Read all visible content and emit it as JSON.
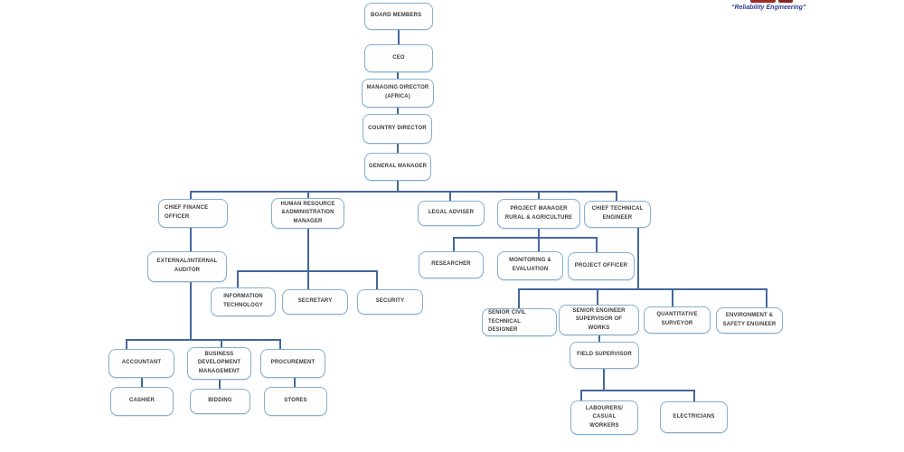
{
  "header": {
    "tagline": "“Reliability Engineering”",
    "tagline_color": "#2C3E93",
    "logo_fragment_colors": [
      "#9E2B25",
      "#8A2620"
    ]
  },
  "org_chart": {
    "styles": {
      "box_border": "#85AECF",
      "box_fill": "#FEFEFF",
      "text_color": "#3D3D3D",
      "line_color": "#44679B"
    },
    "nodes": [
      {
        "id": "board",
        "label": "BOARD MEMBERS",
        "reports_to": null
      },
      {
        "id": "ceo",
        "label": "CEO",
        "reports_to": "board"
      },
      {
        "id": "md",
        "label": "MANAGING DIRECTOR\n(AFRICA)",
        "reports_to": "ceo"
      },
      {
        "id": "cd",
        "label": "COUNTRY DIRECTOR",
        "reports_to": "md"
      },
      {
        "id": "gm",
        "label": "GENERAL MANAGER",
        "reports_to": "cd"
      },
      {
        "id": "cfo",
        "label": "CHIEF FINANCE\nOFFICER",
        "reports_to": "gm"
      },
      {
        "id": "hr",
        "label": "HUMAN RESOURCE\n&ADMINISTRATION\nMANAGER",
        "reports_to": "gm"
      },
      {
        "id": "legal",
        "label": "LEGAL ADVISER",
        "reports_to": "gm"
      },
      {
        "id": "pm",
        "label": "PROJECT MANAGER\nRURAL & AGRICULTURE",
        "reports_to": "gm"
      },
      {
        "id": "cte",
        "label": "CHIEF TECHNICAL\nENGINEER",
        "reports_to": "gm"
      },
      {
        "id": "auditor",
        "label": "EXTERNAL/INTERNAL\nAUDITOR",
        "reports_to": "cfo"
      },
      {
        "id": "it",
        "label": "INFORMATION\nTECHNOLOGY",
        "reports_to": "hr"
      },
      {
        "id": "secretary",
        "label": "SECRETARY",
        "reports_to": "hr"
      },
      {
        "id": "security",
        "label": "SECURITY",
        "reports_to": "hr"
      },
      {
        "id": "researcher",
        "label": "RESEARCHER",
        "reports_to": "pm"
      },
      {
        "id": "me",
        "label": "MONITORING &\nEVALUATION",
        "reports_to": "pm"
      },
      {
        "id": "po",
        "label": "PROJECT OFFICER",
        "reports_to": "pm"
      },
      {
        "id": "scd",
        "label": "SENIOR CIVIL\nTECHNICAL\nDESIGNER",
        "reports_to": "cte"
      },
      {
        "id": "ses",
        "label": "SENIOR ENGINEER\nSUPERVISOR OF\nWORKS",
        "reports_to": "cte"
      },
      {
        "id": "qs",
        "label": "QUANTITATIVE\nSURVEYOR",
        "reports_to": "cte"
      },
      {
        "id": "ese",
        "label": "ENVIRONMENT &\nSAFETY ENGINEER",
        "reports_to": "cte"
      },
      {
        "id": "accountant",
        "label": "ACCOUNTANT",
        "reports_to": "auditor"
      },
      {
        "id": "bdm",
        "label": "BUSINESS\nDEVELOPMENT\nMANAGEMENT",
        "reports_to": "auditor"
      },
      {
        "id": "procurement",
        "label": "PROCUREMENT",
        "reports_to": "auditor"
      },
      {
        "id": "cashier",
        "label": "CASHIER",
        "reports_to": "accountant"
      },
      {
        "id": "bidding",
        "label": "BIDDING",
        "reports_to": "bdm"
      },
      {
        "id": "stores",
        "label": "STORES",
        "reports_to": "procurement"
      },
      {
        "id": "fieldsup",
        "label": "FIELD SUPERVISOR",
        "reports_to": "ses"
      },
      {
        "id": "labourers",
        "label": "LABOURERS/\nCASUAL\nWORKERS",
        "reports_to": "fieldsup"
      },
      {
        "id": "electricians",
        "label": "ELECTRICIANS",
        "reports_to": "fieldsup"
      }
    ]
  }
}
